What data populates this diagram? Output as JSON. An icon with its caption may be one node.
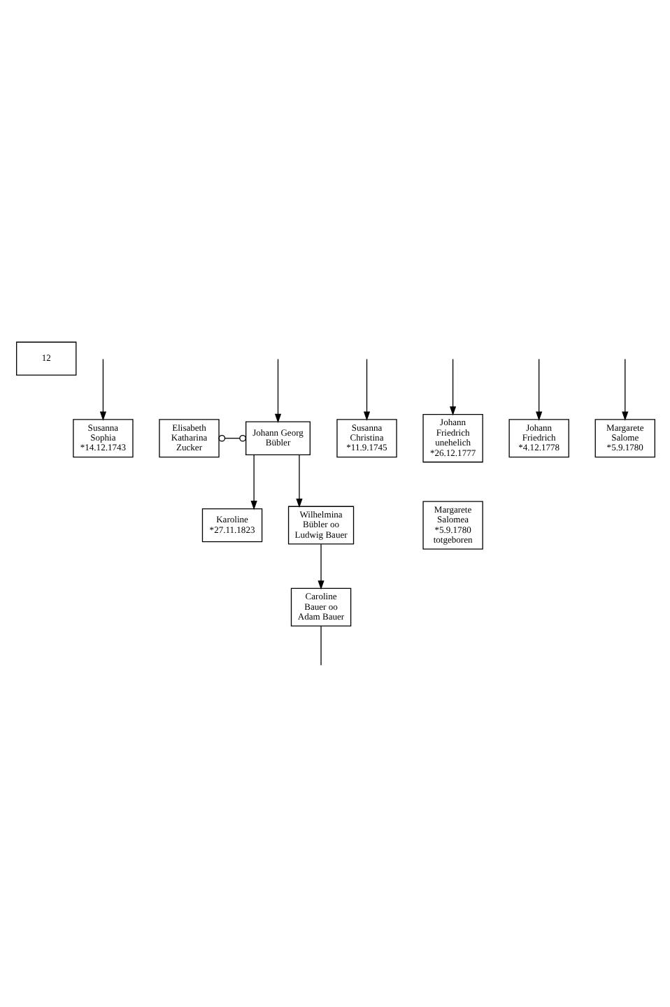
{
  "diagram": {
    "nodes": [
      {
        "text": [
          "12"
        ]
      },
      {
        "text": [
          "Elisabeth Katharina Zucker"
        ]
      },
      {
        "text": [
          "Johann Georg Bübler"
        ]
      },
      {
        "text": [
          "Susanna Christina *11.9.1745"
        ]
      },
      {
        "text": [
          "Susanna Sophia *14.12.1743"
        ]
      },
      {
        "text": [
          "Karoline *27.11.1823"
        ]
      },
      {
        "text": [
          "Wilhelmina Bübler oo Ludwig Bauer"
        ]
      },
      {
        "text": [
          "Johann Friedrich unehelich *26.12.1777"
        ]
      },
      {
        "text": [
          "Johann Friedrich *4.12.1778"
        ]
      },
      {
        "text": [
          "Margarete Salome *5.9.1780"
        ]
      },
      {
        "text": [
          "Margarete Salomea *5.9.1780 totgeboren"
        ]
      },
      {
        "text": [
          "Caroline Bauer oo Adam Bauer"
        ]
      }
    ],
    "edges": [
      {
        "from": null,
        "to": 2,
        "arrow": "to"
      },
      {
        "from": null,
        "to": 3,
        "arrow": "to"
      },
      {
        "from": null,
        "to": 4,
        "arrow": "to"
      },
      {
        "from": 1,
        "to": 2,
        "arrow": "other"
      },
      {
        "from": 2,
        "to": 5,
        "arrow": "to"
      },
      {
        "from": 2,
        "to": 6,
        "arrow": "to"
      },
      {
        "from": null,
        "to": 7,
        "arrow": "to"
      },
      {
        "from": null,
        "to": 8,
        "arrow": "to"
      },
      {
        "from": null,
        "to": 9,
        "arrow": "to"
      },
      {
        "from": 6,
        "to": 11,
        "arrow": "to"
      },
      {
        "from": 11,
        "to": null,
        "arrow": "none"
      }
    ]
  }
}
